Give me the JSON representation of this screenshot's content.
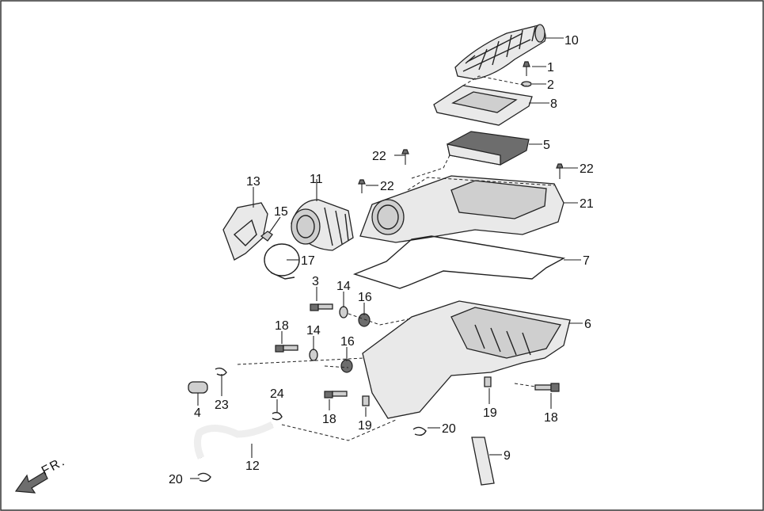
{
  "diagram": {
    "direction_label": "FR.",
    "callouts": [
      {
        "id": "callout-10",
        "label": "10"
      },
      {
        "id": "callout-1",
        "label": "1"
      },
      {
        "id": "callout-2",
        "label": "2"
      },
      {
        "id": "callout-8",
        "label": "8"
      },
      {
        "id": "callout-5",
        "label": "5"
      },
      {
        "id": "callout-22a",
        "label": "22"
      },
      {
        "id": "callout-22b",
        "label": "22"
      },
      {
        "id": "callout-22c",
        "label": "22"
      },
      {
        "id": "callout-13",
        "label": "13"
      },
      {
        "id": "callout-11",
        "label": "11"
      },
      {
        "id": "callout-21",
        "label": "21"
      },
      {
        "id": "callout-15",
        "label": "15"
      },
      {
        "id": "callout-17",
        "label": "17"
      },
      {
        "id": "callout-7",
        "label": "7"
      },
      {
        "id": "callout-3",
        "label": "3"
      },
      {
        "id": "callout-14a",
        "label": "14"
      },
      {
        "id": "callout-16a",
        "label": "16"
      },
      {
        "id": "callout-6",
        "label": "6"
      },
      {
        "id": "callout-18a",
        "label": "18"
      },
      {
        "id": "callout-14b",
        "label": "14"
      },
      {
        "id": "callout-16b",
        "label": "16"
      },
      {
        "id": "callout-4",
        "label": "4"
      },
      {
        "id": "callout-23",
        "label": "23"
      },
      {
        "id": "callout-24",
        "label": "24"
      },
      {
        "id": "callout-18b",
        "label": "18"
      },
      {
        "id": "callout-19a",
        "label": "19"
      },
      {
        "id": "callout-19b",
        "label": "19"
      },
      {
        "id": "callout-18c",
        "label": "18"
      },
      {
        "id": "callout-20a",
        "label": "20"
      },
      {
        "id": "callout-12",
        "label": "12"
      },
      {
        "id": "callout-9",
        "label": "9"
      },
      {
        "id": "callout-20b",
        "label": "20"
      }
    ]
  }
}
